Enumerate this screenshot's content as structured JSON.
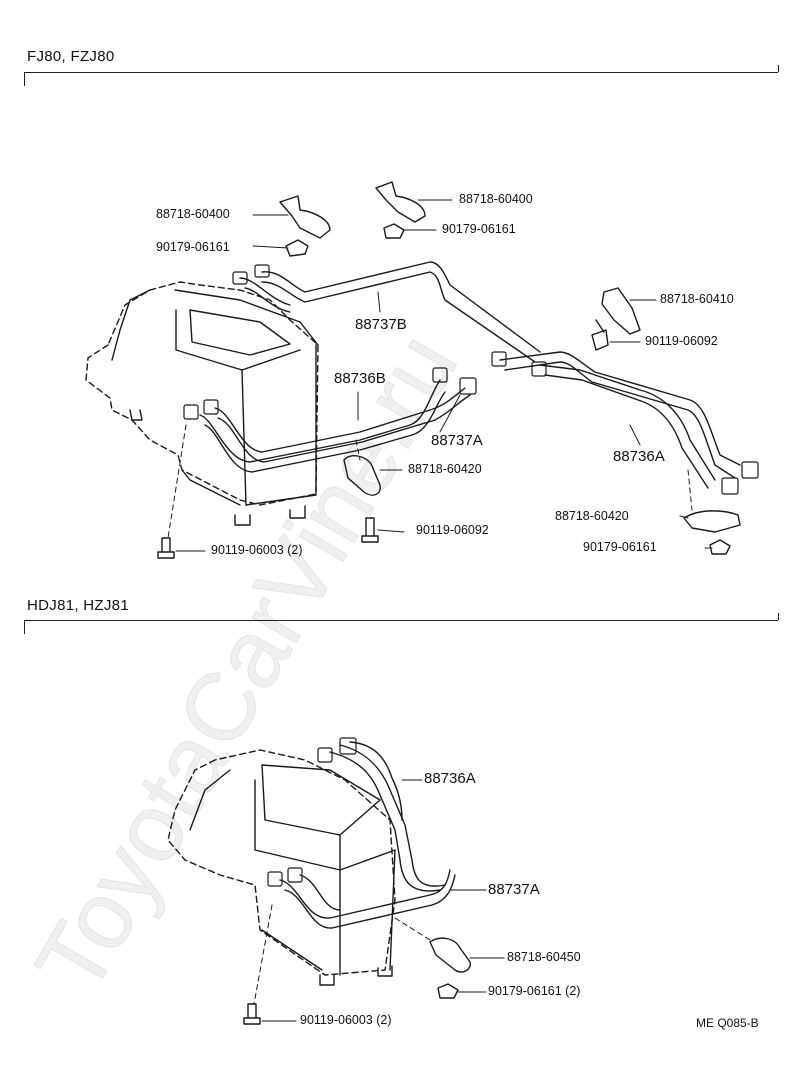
{
  "sections": [
    {
      "title": "FJ80, FZJ80",
      "labels": [
        {
          "id": "p1",
          "text": "88718-60400"
        },
        {
          "id": "p2",
          "text": "90179-06161"
        },
        {
          "id": "p3",
          "text": "88718-60400"
        },
        {
          "id": "p4",
          "text": "90179-06161"
        },
        {
          "id": "p5",
          "text": "88737B"
        },
        {
          "id": "p6",
          "text": "88718-60410"
        },
        {
          "id": "p7",
          "text": "90119-06092"
        },
        {
          "id": "p8",
          "text": "88736B"
        },
        {
          "id": "p9",
          "text": "88737A"
        },
        {
          "id": "p10",
          "text": "88736A"
        },
        {
          "id": "p11",
          "text": "88718-60420"
        },
        {
          "id": "p12",
          "text": "90119-06092"
        },
        {
          "id": "p13",
          "text": "88718-60420"
        },
        {
          "id": "p14",
          "text": "90179-06161"
        },
        {
          "id": "p15",
          "text": "90119-06003 (2)"
        }
      ]
    },
    {
      "title": "HDJ81, HZJ81",
      "labels": [
        {
          "id": "q1",
          "text": "88736A"
        },
        {
          "id": "q2",
          "text": "88737A"
        },
        {
          "id": "q3",
          "text": "88718-60450"
        },
        {
          "id": "q4",
          "text": "90179-06161 (2)"
        },
        {
          "id": "q5",
          "text": "90119-06003 (2)"
        }
      ]
    }
  ],
  "footer_code": "ME Q085-B",
  "watermark": "ToyotaCarVine.ru"
}
